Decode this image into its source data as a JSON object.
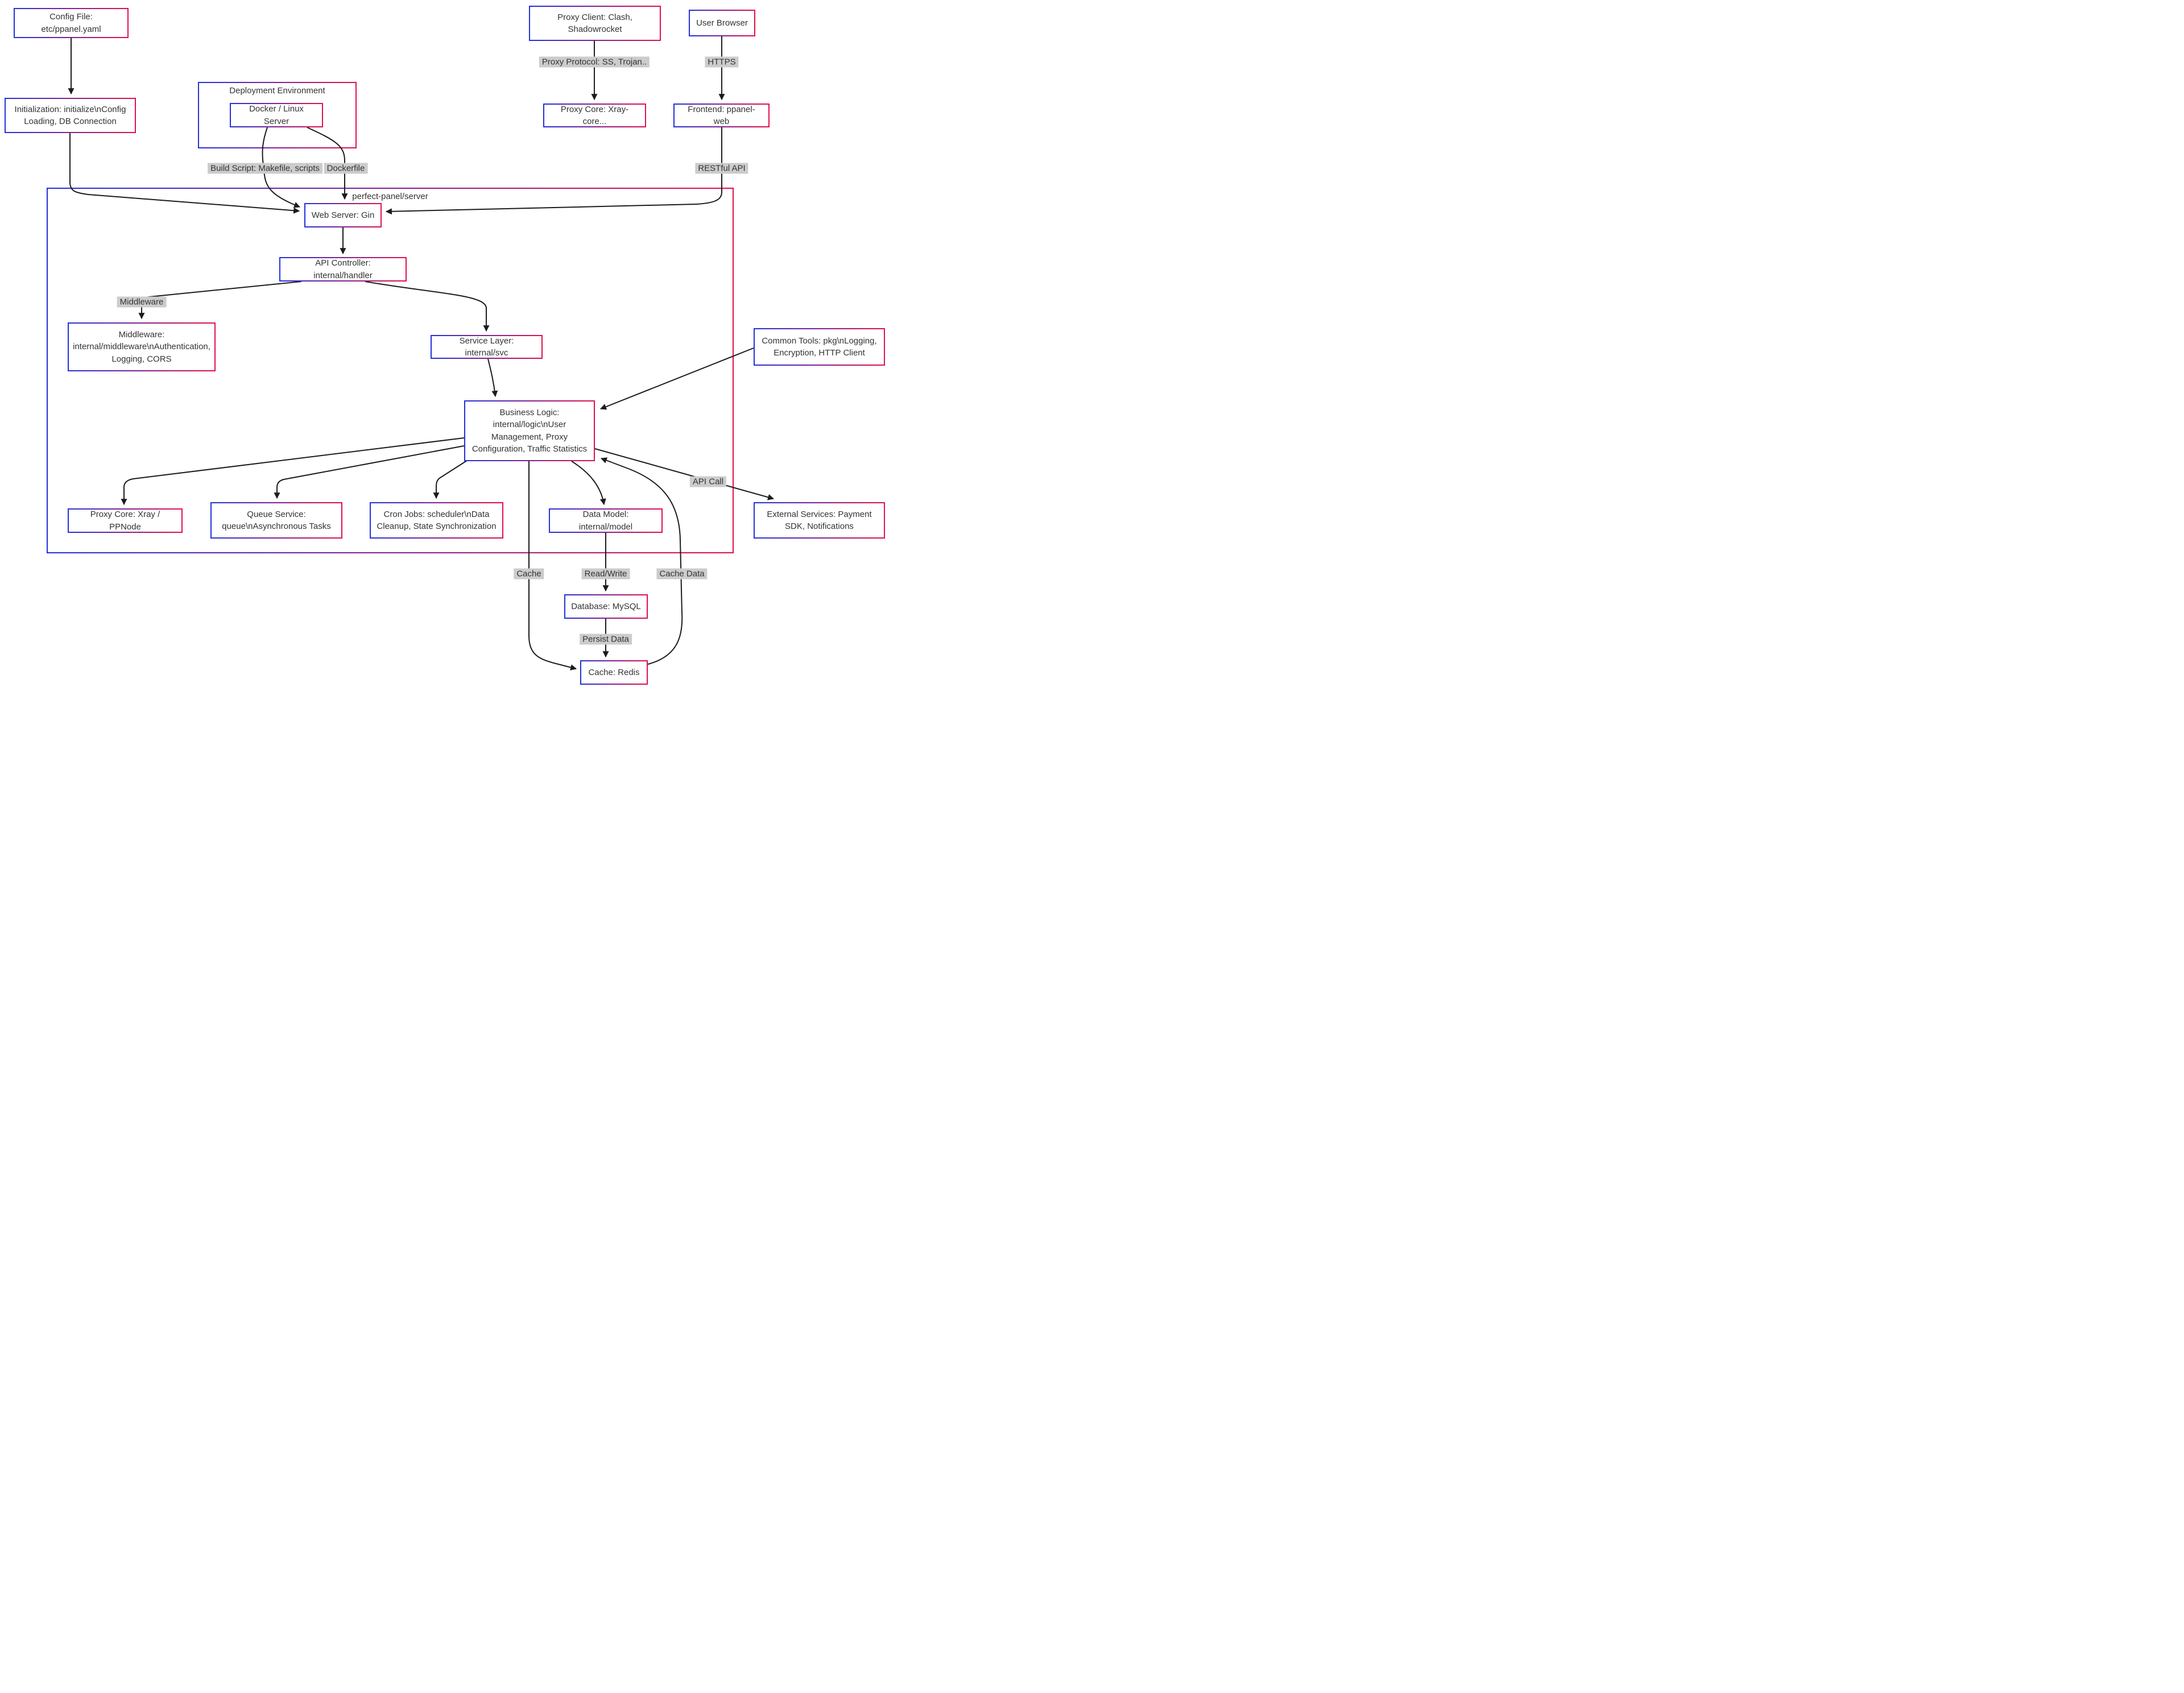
{
  "diagram": {
    "containers": {
      "deployment": "Deployment Environment",
      "server": "perfect-panel/server"
    },
    "nodes": {
      "config_file": "Config File: etc/ppanel.yaml",
      "proxy_client": "Proxy Client: Clash, Shadowrocket",
      "user_browser": "User Browser",
      "initialization": "Initialization: initialize\\nConfig Loading, DB Connection",
      "docker": "Docker / Linux Server",
      "proxy_core_xray": "Proxy Core: Xray-core...",
      "frontend": "Frontend: ppanel-web",
      "web_server": "Web Server: Gin",
      "api_controller": "API Controller: internal/handler",
      "middleware": "Middleware: internal/middleware\\nAuthentication, Logging, CORS",
      "service_layer": "Service Layer: internal/svc",
      "common_tools": "Common Tools: pkg\\nLogging, Encryption, HTTP Client",
      "business_logic": "Business Logic: internal/logic\\nUser Management, Proxy Configuration, Traffic Statistics",
      "proxy_core_node": "Proxy Core: Xray / PPNode",
      "queue_service": "Queue Service: queue\\nAsynchronous Tasks",
      "cron_jobs": "Cron Jobs: scheduler\\nData Cleanup, State Synchronization",
      "data_model": "Data Model: internal/model",
      "external_services": "External Services: Payment SDK, Notifications",
      "database": "Database: MySQL",
      "cache_redis": "Cache: Redis"
    },
    "edge_labels": {
      "proxy_protocol": "Proxy Protocol: SS, Trojan..",
      "https": "HTTPS",
      "build_script": "Build Script: Makefile, scripts",
      "dockerfile": "Dockerfile",
      "restful_api": "RESTful API",
      "middleware": "Middleware",
      "api_call": "API Call",
      "cache": "Cache",
      "read_write": "Read/Write",
      "cache_data": "Cache Data",
      "persist_data": "Persist Data"
    },
    "colors": {
      "node_border_start": "#2430d6",
      "node_border_end": "#e0104c",
      "edge_label_bg": "#cccccc",
      "line": "#1c1c1c",
      "node_bg": "#ffffff",
      "text": "#333333"
    }
  }
}
